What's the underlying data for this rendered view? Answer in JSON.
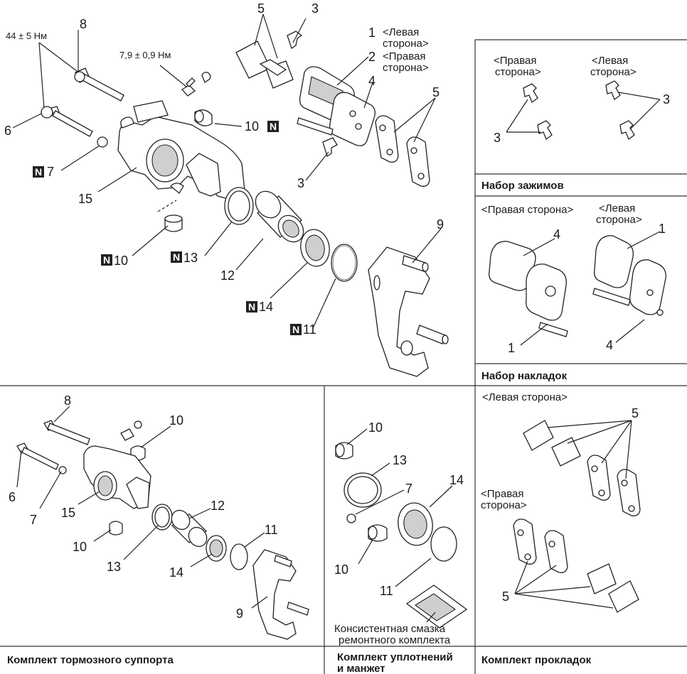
{
  "top": {
    "torque_bolts": "44 ± 5 Нм",
    "torque_bleeder": "7,9 ± 0,9 Нм",
    "n_badge": "N",
    "label_1": "1",
    "label_1_side": "<Левая",
    "label_1_side2": "сторона>",
    "label_2": "2",
    "label_2_side": "<Правая",
    "label_2_side2": "сторона>",
    "n3": "3",
    "n4": "4",
    "n5": "5",
    "n6": "6",
    "n7": "7",
    "n8": "8",
    "n9": "9",
    "n10": "10",
    "n11": "11",
    "n12": "12",
    "n13": "13",
    "n14": "14",
    "n15": "15"
  },
  "clips_panel": {
    "right_side_1": "<Правая",
    "right_side_2": "сторона>",
    "left_side_1": "<Левая",
    "left_side_2": "сторона>",
    "n3": "3",
    "caption": "Набор зажимов"
  },
  "pads_panel": {
    "right_side": "<Правая сторона>",
    "left_side_1": "<Левая",
    "left_side_2": "сторона>",
    "n1": "1",
    "n4": "4",
    "caption": "Набор накладок"
  },
  "caliper_kit": {
    "n6": "6",
    "n7": "7",
    "n8": "8",
    "n9": "9",
    "n10": "10",
    "n11": "11",
    "n12": "12",
    "n13": "13",
    "n14": "14",
    "n15": "15",
    "caption": "Комплект тормозного суппорта"
  },
  "seal_kit": {
    "n7": "7",
    "n10": "10",
    "n11": "11",
    "n13": "13",
    "n14": "14",
    "grease_1": "Консистентная смазка",
    "grease_2": "ремонтного комплекта",
    "caption_1": "Комплект уплотнений",
    "caption_2": "и манжет"
  },
  "shim_kit": {
    "left_side": "<Левая сторона>",
    "right_side_1": "<Правая",
    "right_side_2": "сторона>",
    "n5": "5",
    "caption": "Комплект прокладок"
  }
}
